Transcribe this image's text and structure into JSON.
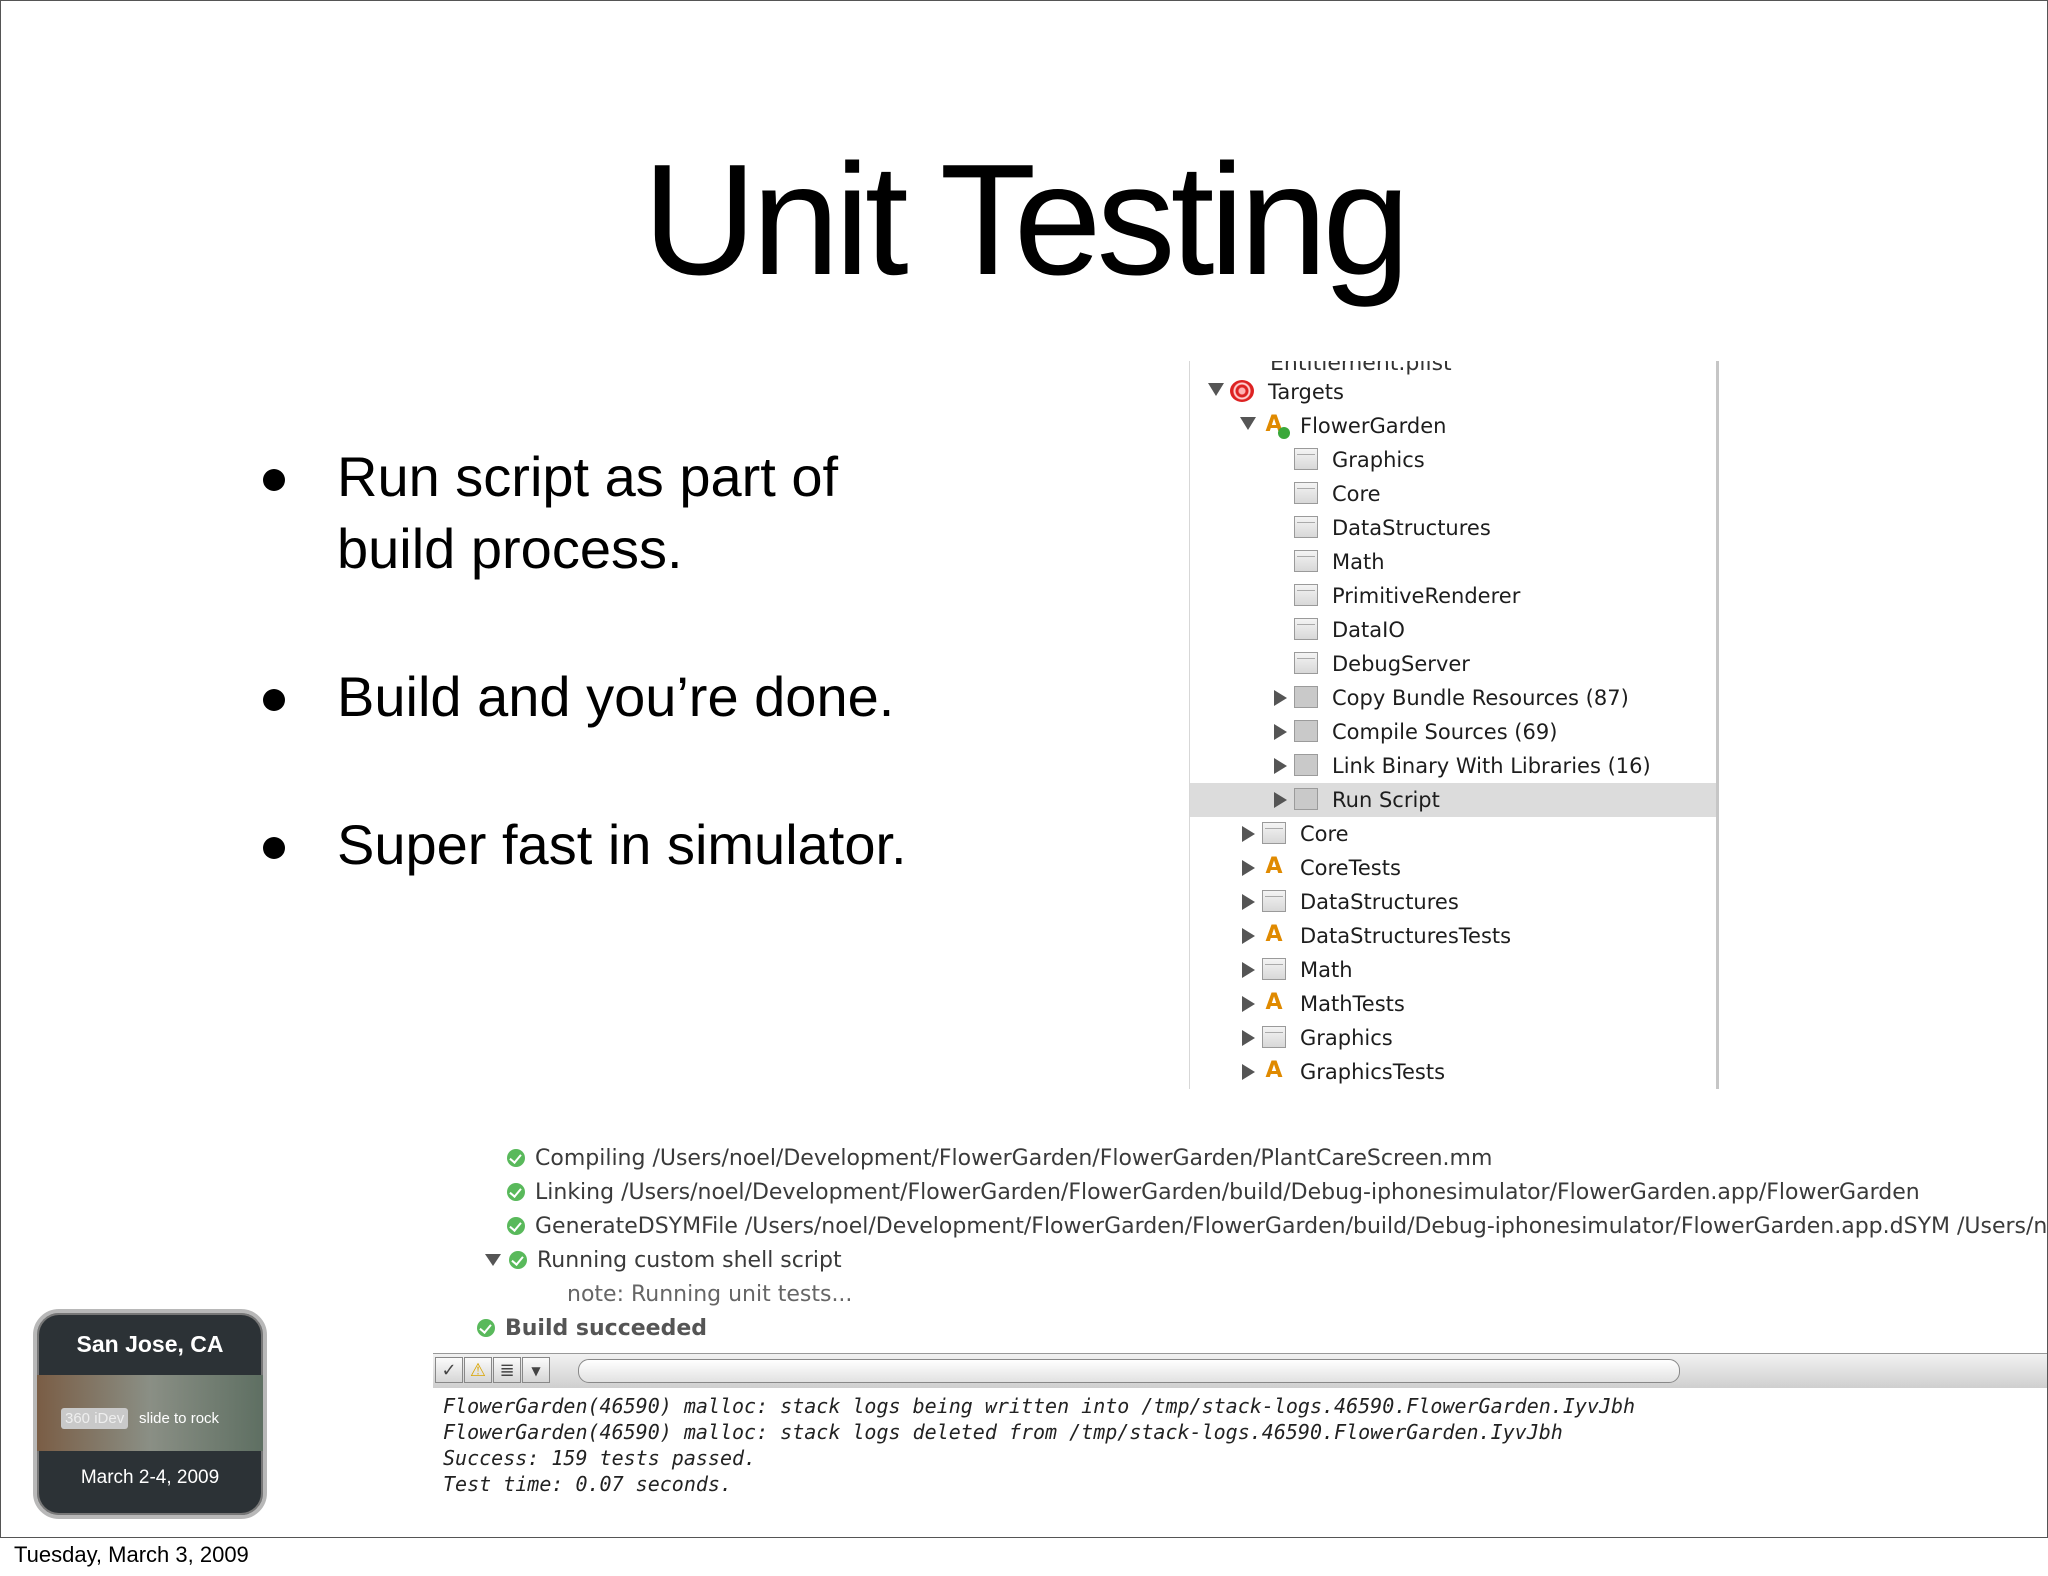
{
  "slide": {
    "title": "Unit Testing",
    "bullets": [
      "Run script as part of build process.",
      "Build and you’re done.",
      "Super fast in simulator."
    ],
    "footer_date": "Tuesday, March 3, 2009"
  },
  "tree": {
    "cut_label": "Entitlement.plist",
    "rows": [
      {
        "label": "Targets",
        "icon": "target-icon"
      },
      {
        "label": "FlowerGarden",
        "icon": "app-target-icon"
      },
      {
        "label": "Graphics",
        "icon": "library-box-icon"
      },
      {
        "label": "Core",
        "icon": "library-box-icon"
      },
      {
        "label": "DataStructures",
        "icon": "library-box-icon"
      },
      {
        "label": "Math",
        "icon": "library-box-icon"
      },
      {
        "label": "PrimitiveRenderer",
        "icon": "library-box-icon"
      },
      {
        "label": "DataIO",
        "icon": "library-box-icon"
      },
      {
        "label": "DebugServer",
        "icon": "library-box-icon"
      },
      {
        "label": "Copy Bundle Resources (87)",
        "icon": "build-phase-icon"
      },
      {
        "label": "Compile Sources (69)",
        "icon": "build-phase-icon"
      },
      {
        "label": "Link Binary With Libraries (16)",
        "icon": "build-phase-icon"
      },
      {
        "label": "Run Script",
        "icon": "build-phase-icon",
        "selected": true
      },
      {
        "label": "Core",
        "icon": "library-box-icon"
      },
      {
        "label": "CoreTests",
        "icon": "test-target-icon"
      },
      {
        "label": "DataStructures",
        "icon": "library-box-icon"
      },
      {
        "label": "DataStructuresTests",
        "icon": "test-target-icon"
      },
      {
        "label": "Math",
        "icon": "library-box-icon"
      },
      {
        "label": "MathTests",
        "icon": "test-target-icon"
      },
      {
        "label": "Graphics",
        "icon": "library-box-icon"
      },
      {
        "label": "GraphicsTests",
        "icon": "test-target-icon"
      }
    ]
  },
  "build_log": {
    "lines": [
      "Compiling /Users/noel/Development/FlowerGarden/FlowerGarden/PlantCareScreen.mm",
      "Linking /Users/noel/Development/FlowerGarden/FlowerGarden/build/Debug-iphonesimulator/FlowerGarden.app/FlowerGarden",
      "GenerateDSYMFile /Users/noel/Development/FlowerGarden/FlowerGarden/build/Debug-iphonesimulator/FlowerGarden.app.dSYM /Users/noel",
      "Running custom shell script",
      "note: Running unit tests...",
      "Build succeeded"
    ]
  },
  "console": {
    "lines": [
      "FlowerGarden(46590) malloc: stack logs being written into /tmp/stack-logs.46590.FlowerGarden.IyvJbh",
      "FlowerGarden(46590) malloc: stack logs deleted from /tmp/stack-logs.46590.FlowerGarden.IyvJbh",
      "Success: 159 tests passed.",
      "Test time: 0.07 seconds."
    ]
  },
  "logo": {
    "city": "San Jose, CA",
    "tag": "360 iDev",
    "slogan": "slide to rock",
    "dates": "March 2-4, 2009"
  }
}
